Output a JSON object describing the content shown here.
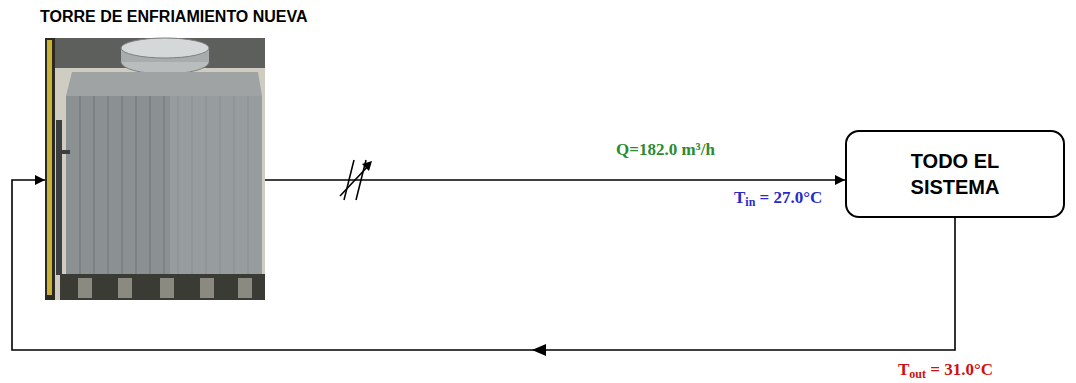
{
  "diagram": {
    "nodes": [
      {
        "text": [
          "TORRE DE ENFRIAMIENTO NUEVA"
        ]
      },
      {
        "text": [
          "TODO EL SISTEMA"
        ]
      }
    ],
    "edges": [
      {
        "from": 0,
        "to": 1,
        "arrow": "to",
        "label": "Q=182.0 m³/h"
      },
      {
        "from": 1,
        "to": 0,
        "arrow": "to"
      }
    ],
    "labels": [
      "Tin = 27.0°C",
      "Tout = 31.0°C"
    ]
  }
}
